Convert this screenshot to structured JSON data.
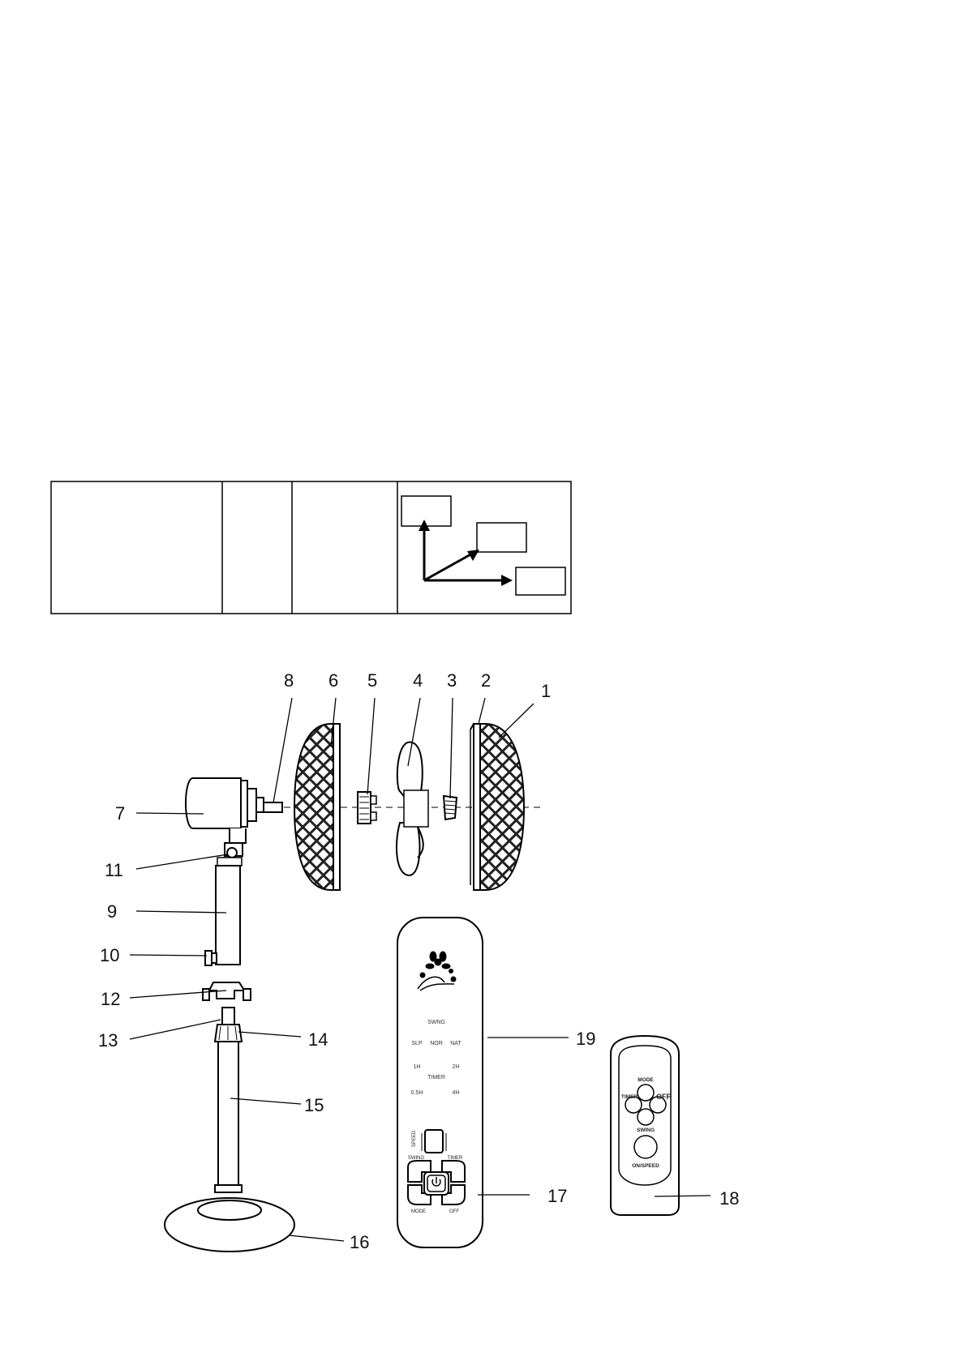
{
  "callouts": [
    "1",
    "2",
    "3",
    "4",
    "5",
    "6",
    "7",
    "8",
    "9",
    "10",
    "11",
    "12",
    "13",
    "14",
    "15",
    "16",
    "17",
    "18",
    "19"
  ],
  "control_panel": {
    "swing": "SWNG",
    "slp": "SLP",
    "nor": "NOR",
    "nat": "NAT",
    "h1": "1H",
    "h2": "2H",
    "timer": "TIMER",
    "h05": "0.5H",
    "h4": "4H",
    "speed_small": "SPEED",
    "swing_small": "SWING",
    "timer_small": "TIMER",
    "mode_small": "MODE",
    "off_small": "OFF"
  },
  "remote": {
    "mode": "MODE",
    "timer": "TIMER",
    "off": "OFF",
    "swing": "SWING",
    "on_speed": "ON/SPEED"
  }
}
